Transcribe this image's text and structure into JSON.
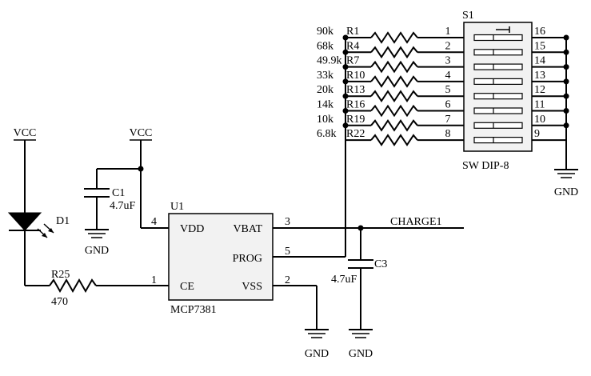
{
  "power": {
    "vcc_led": "VCC",
    "vcc_ic": "VCC",
    "gnd_c1": "GND",
    "gnd_vss": "GND",
    "gnd_c3": "GND",
    "gnd_switch": "GND"
  },
  "c1": {
    "ref": "C1",
    "value": "4.7uF"
  },
  "c3": {
    "ref": "C3",
    "value": "4.7uF"
  },
  "d1": {
    "ref": "D1"
  },
  "r25": {
    "ref": "R25",
    "value": "470"
  },
  "u1": {
    "ref": "U1",
    "part": "MCP7381",
    "pins": {
      "vdd": {
        "name": "VDD",
        "num": "4"
      },
      "ce": {
        "name": "CE",
        "num": "1"
      },
      "vbat": {
        "name": "VBAT",
        "num": "3"
      },
      "prog": {
        "name": "PROG",
        "num": "5"
      },
      "vss": {
        "name": "VSS",
        "num": "2"
      }
    }
  },
  "net_charge": "CHARGE1",
  "s1": {
    "ref": "S1",
    "part": "SW DIP-8",
    "left_pins": [
      "1",
      "2",
      "3",
      "4",
      "5",
      "6",
      "7",
      "8"
    ],
    "right_pins": [
      "16",
      "15",
      "14",
      "13",
      "12",
      "11",
      "10",
      "9"
    ]
  },
  "resistors": [
    {
      "value": "90k",
      "ref": "R1"
    },
    {
      "value": "68k",
      "ref": "R4"
    },
    {
      "value": "49.9k",
      "ref": "R7"
    },
    {
      "value": "33k",
      "ref": "R10"
    },
    {
      "value": "20k",
      "ref": "R13"
    },
    {
      "value": "14k",
      "ref": "R16"
    },
    {
      "value": "10k",
      "ref": "R19"
    },
    {
      "value": "6.8k",
      "ref": "R22"
    }
  ]
}
